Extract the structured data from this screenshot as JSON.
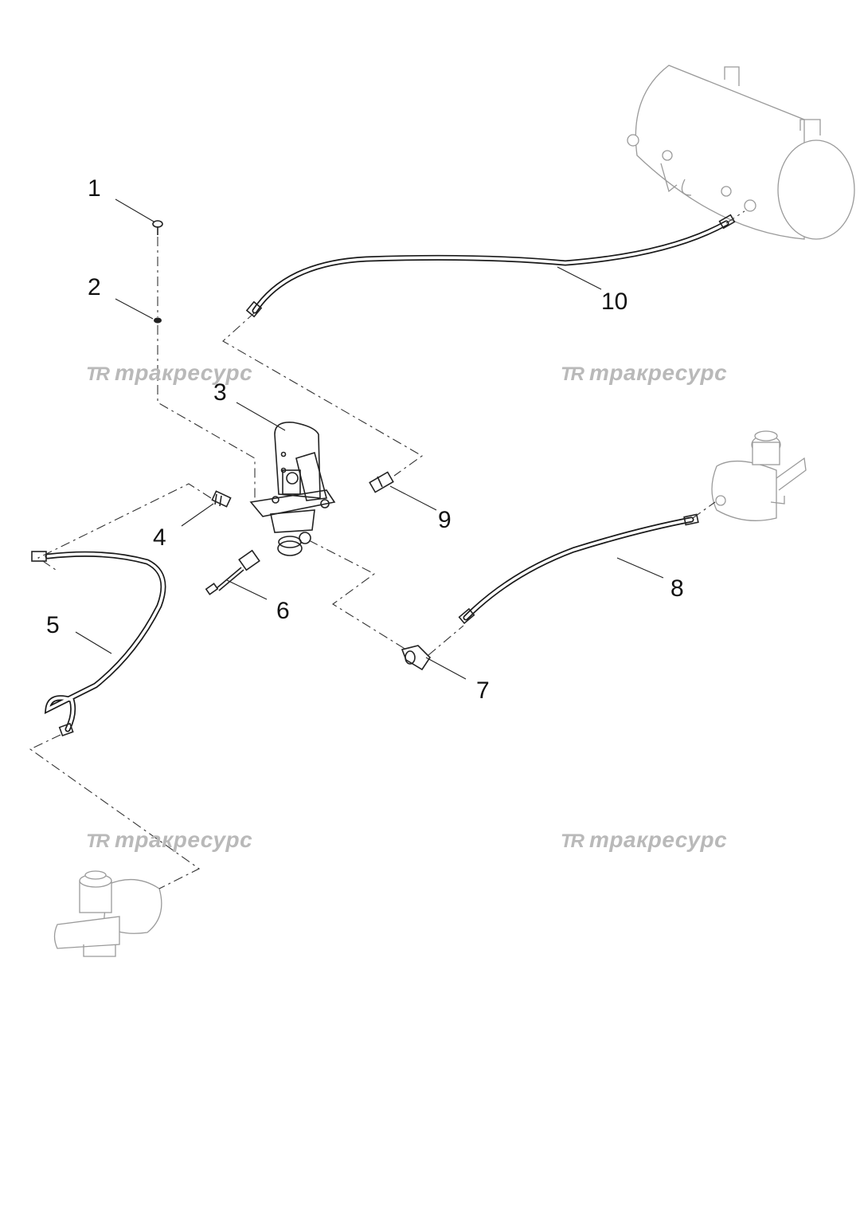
{
  "callouts": [
    "1",
    "2",
    "3",
    "4",
    "5",
    "6",
    "7",
    "8",
    "9",
    "10"
  ],
  "watermark": {
    "logo": "TR",
    "text": "тракресурс"
  }
}
